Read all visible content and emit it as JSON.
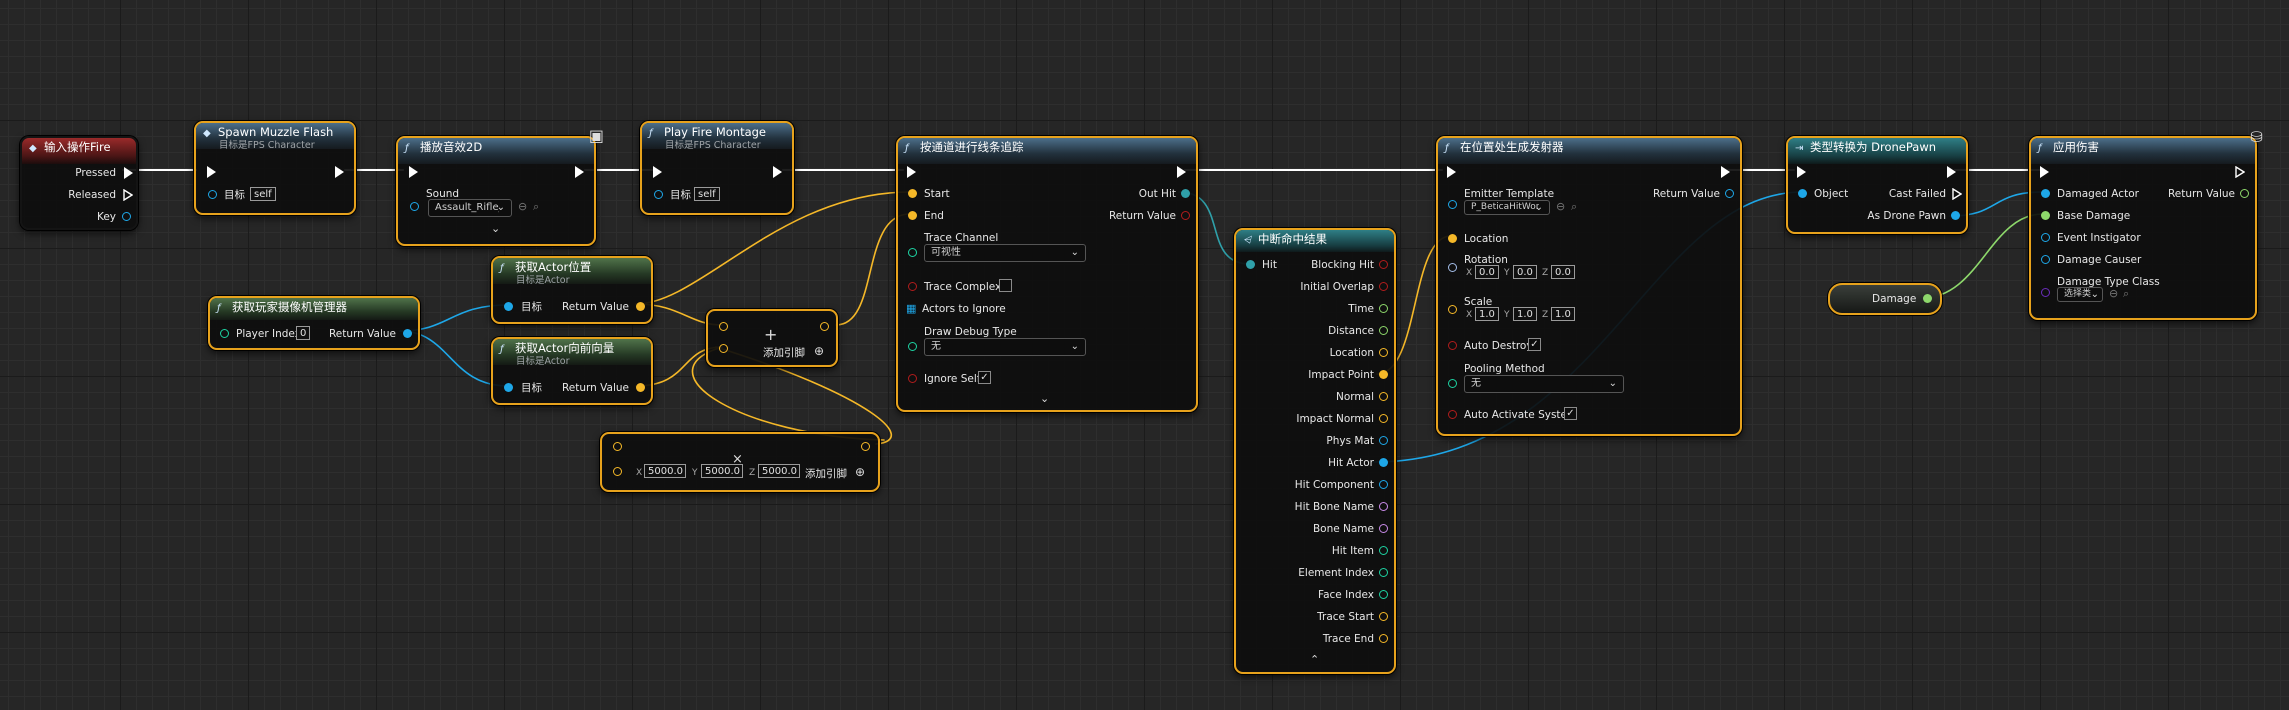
{
  "colors": {
    "exec": "#ffffff",
    "object": "#1ea7e8",
    "vector": "#f5b828",
    "bool": "#b01c1c",
    "float": "#8dd86b",
    "struct": "#2fa0a9",
    "class": "#6a2dbb",
    "rotator": "#a3bde8",
    "name": "#c88ae8",
    "int": "#1dd3a2",
    "selection": "#e7a21c"
  },
  "nodes": {
    "input_fire": {
      "title": "输入操作Fire",
      "pins": {
        "pressed": "Pressed",
        "released": "Released",
        "key": "Key"
      }
    },
    "spawn_muzzle": {
      "title": "Spawn Muzzle Flash",
      "subtitle": "目标是FPS Character",
      "target": "目标",
      "target_val": "self"
    },
    "play_sound": {
      "title": "播放音效2D",
      "sound": "Sound",
      "sound_val": "Assault_Rifle_Sh"
    },
    "play_montage": {
      "title": "Play Fire Montage",
      "subtitle": "目标是FPS Character",
      "target": "目标",
      "target_val": "self"
    },
    "get_cam_mgr": {
      "title": "获取玩家摄像机管理器",
      "player_index": "Player Index",
      "player_index_val": "0",
      "return": "Return Value"
    },
    "get_location": {
      "title": "获取Actor位置",
      "subtitle": "目标是Actor",
      "target": "目标",
      "return": "Return Value"
    },
    "get_forward": {
      "title": "获取Actor向前向量",
      "subtitle": "目标是Actor",
      "target": "目标",
      "return": "Return Value"
    },
    "add_vec1": {
      "add_pin": "添加引脚"
    },
    "mul_vec": {
      "x": "5000.0",
      "y": "5000.0",
      "z": "5000.0",
      "add_pin": "添加引脚"
    },
    "line_trace": {
      "title": "按通道进行线条追踪",
      "start": "Start",
      "end": "End",
      "trace_channel": "Trace Channel",
      "trace_channel_val": "可视性",
      "trace_complex": "Trace Complex",
      "actors_ignore": "Actors to Ignore",
      "draw_debug": "Draw Debug Type",
      "draw_debug_val": "无",
      "ignore_self": "Ignore Self",
      "out_hit": "Out Hit",
      "return": "Return Value"
    },
    "break_hit": {
      "title": "中断命中结果",
      "hit": "Hit",
      "outs": [
        "Blocking Hit",
        "Initial Overlap",
        "Time",
        "Distance",
        "Location",
        "Impact Point",
        "Normal",
        "Impact Normal",
        "Phys Mat",
        "Hit Actor",
        "Hit Component",
        "Hit Bone Name",
        "Bone Name",
        "Hit Item",
        "Element Index",
        "Face Index",
        "Trace Start",
        "Trace End"
      ]
    },
    "spawn_emitter": {
      "title": "在位置处生成发射器",
      "emitter": "Emitter Template",
      "emitter_val": "P_BeticaHitWorl",
      "location": "Location",
      "rotation": "Rotation",
      "rot_x": "0.0",
      "rot_y": "0.0",
      "rot_z": "0.0",
      "scale": "Scale",
      "sc_x": "1.0",
      "sc_y": "1.0",
      "sc_z": "1.0",
      "auto_destroy": "Auto Destroy",
      "pooling": "Pooling Method",
      "pooling_val": "无",
      "auto_activate": "Auto Activate System",
      "return": "Return Value"
    },
    "cast": {
      "title": "类型转换为 DronePawn",
      "object": "Object",
      "cast_failed": "Cast Failed",
      "as_drone": "As Drone Pawn"
    },
    "damage_var": {
      "label": "Damage"
    },
    "apply_damage": {
      "title": "应用伤害",
      "damaged_actor": "Damaged Actor",
      "base_damage": "Base Damage",
      "instigator": "Event Instigator",
      "causer": "Damage Causer",
      "type_class": "Damage Type Class",
      "type_class_val": "选择类",
      "return": "Return Value"
    }
  },
  "axis": {
    "x": "X",
    "y": "Y",
    "z": "Z"
  }
}
